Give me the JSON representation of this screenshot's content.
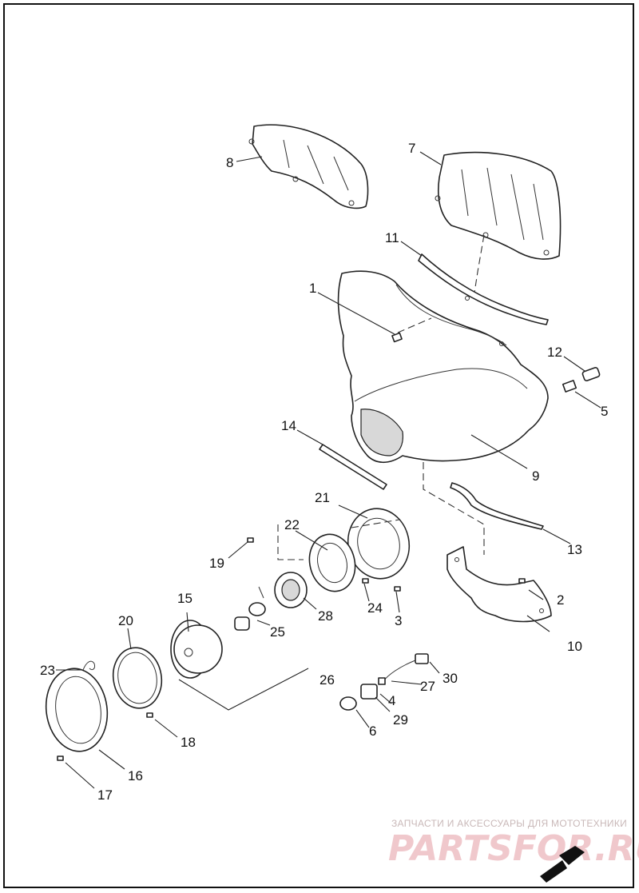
{
  "callouts": [
    {
      "id": "1",
      "label": "1"
    },
    {
      "id": "2",
      "label": "2"
    },
    {
      "id": "3",
      "label": "3"
    },
    {
      "id": "4",
      "label": "4"
    },
    {
      "id": "5",
      "label": "5"
    },
    {
      "id": "6",
      "label": "6"
    },
    {
      "id": "7",
      "label": "7"
    },
    {
      "id": "8",
      "label": "8"
    },
    {
      "id": "9",
      "label": "9"
    },
    {
      "id": "10",
      "label": "10"
    },
    {
      "id": "11",
      "label": "11"
    },
    {
      "id": "12",
      "label": "12"
    },
    {
      "id": "13",
      "label": "13"
    },
    {
      "id": "14",
      "label": "14"
    },
    {
      "id": "15",
      "label": "15"
    },
    {
      "id": "16",
      "label": "16"
    },
    {
      "id": "17",
      "label": "17"
    },
    {
      "id": "18",
      "label": "18"
    },
    {
      "id": "19",
      "label": "19"
    },
    {
      "id": "20",
      "label": "20"
    },
    {
      "id": "21",
      "label": "21"
    },
    {
      "id": "22",
      "label": "22"
    },
    {
      "id": "23",
      "label": "23"
    },
    {
      "id": "24",
      "label": "24"
    },
    {
      "id": "25",
      "label": "25"
    },
    {
      "id": "26",
      "label": "26"
    },
    {
      "id": "27",
      "label": "27"
    },
    {
      "id": "28",
      "label": "28"
    },
    {
      "id": "29",
      "label": "29"
    },
    {
      "id": "30",
      "label": "30"
    }
  ],
  "watermark": {
    "tagline": "ЗАПЧАСТИ И АКСЕССУАРЫ ДЛЯ МОТОТЕХНИКИ",
    "logo": "PARTSFOR.RU",
    "color": "#e8a9b0"
  },
  "icons": [
    "fairing-icon",
    "windshield-icon",
    "headlamp-icon",
    "bulb-icon",
    "screw-icon",
    "trim-ring-icon"
  ]
}
